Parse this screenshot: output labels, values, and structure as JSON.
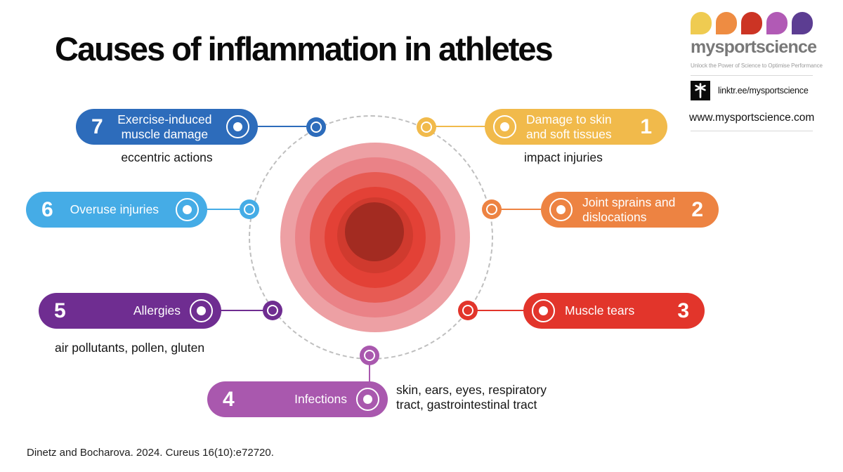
{
  "title": "Causes of inflammation in athletes",
  "brand": {
    "wordmark": "mysportscience",
    "tagline": "Unlock the Power of Science to Optimise Performance",
    "linktree_label": "linktr.ee/mysportscience",
    "website": "www.mysportscience.com",
    "dot_colors": [
      "#EFCB51",
      "#EE8C42",
      "#CC3424",
      "#B15AB5",
      "#5C3D92"
    ]
  },
  "center_graphic": {
    "ring_colors": [
      "#EDA0A4",
      "#EA8287",
      "#E75B53",
      "#E34136",
      "#D03A2E",
      "#A32B21"
    ],
    "dashed_ring_color": "#bfbfbf"
  },
  "causes": [
    {
      "num": "1",
      "label": "Damage to skin and soft tissues",
      "note": "impact injuries",
      "color": "#F1BA4B"
    },
    {
      "num": "2",
      "label": "Joint sprains and dislocations",
      "note": "",
      "color": "#ED8342"
    },
    {
      "num": "3",
      "label": "Muscle tears",
      "note": "",
      "color": "#E2352B"
    },
    {
      "num": "4",
      "label": "Infections",
      "note": "skin, ears, eyes, respiratory tract, gastrointestinal tract",
      "color": "#A958AE"
    },
    {
      "num": "5",
      "label": "Allergies",
      "note": "air pollutants, pollen, gluten",
      "color": "#6F2D91"
    },
    {
      "num": "6",
      "label": "Overuse injuries",
      "note": "",
      "color": "#45ACE6"
    },
    {
      "num": "7",
      "label": "Exercise-induced muscle damage",
      "note": "eccentric actions",
      "color": "#2D6CBB"
    }
  ],
  "citation": "Dinetz and Bocharova. 2024. Cureus 16(10):e72720."
}
